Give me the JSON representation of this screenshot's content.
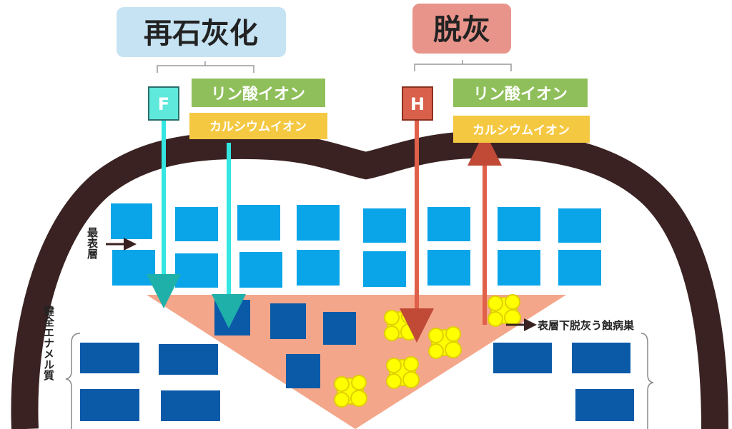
{
  "remineralization": {
    "title": "再石灰化",
    "fluoride": "F",
    "phosphate": "リン酸イオン",
    "calcium": "カルシウムイオン"
  },
  "demineralization": {
    "title": "脱灰",
    "hydrogen": "H",
    "phosphate": "リン酸イオン",
    "calcium": "カルシウムイオン"
  },
  "labels": {
    "surface_layer": "最表層",
    "healthy_enamel": "健全エナメル質",
    "subsurface_lesion": "表層下脱灰う蝕病巣"
  },
  "colors": {
    "tooth": "#3a2222",
    "crystal_surface": "#0aa5e8",
    "crystal_deep": "#0b5aa8",
    "lesion": "#f4a68a",
    "acid_blob": "#ffff00",
    "remin_arrow": "#33e6e0",
    "demin_arrow": "#e0604a"
  }
}
